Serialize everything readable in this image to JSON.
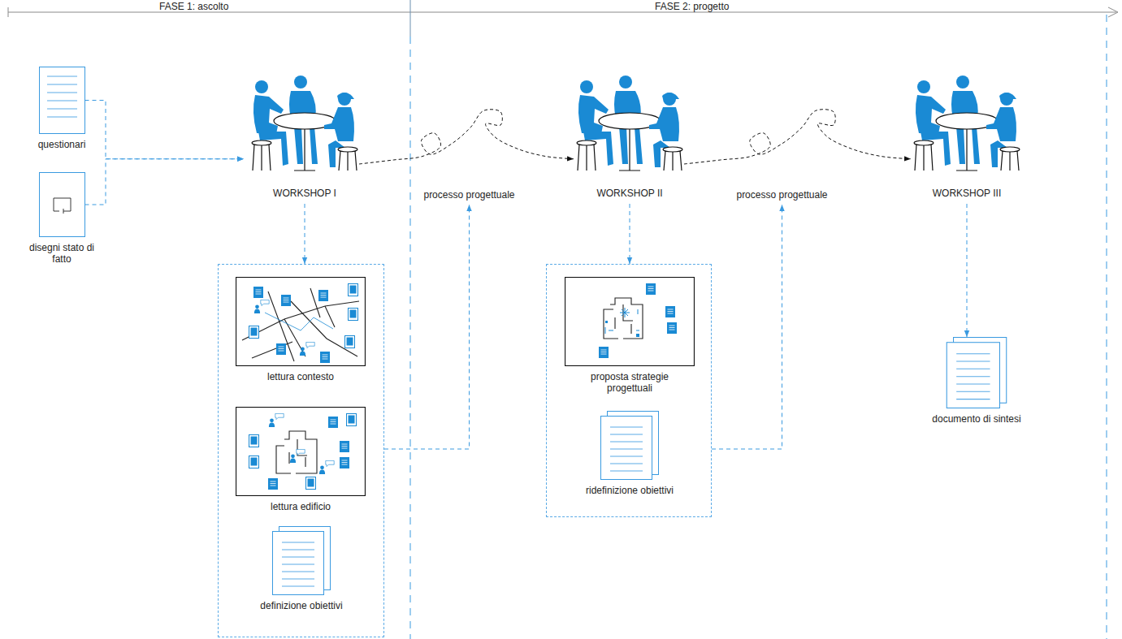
{
  "diagram": {
    "nodes": [
      {
        "text": [
          "questionari"
        ]
      },
      {
        "text": [
          "disegni stato di fatto"
        ]
      },
      {
        "text": [
          "WORKSHOP I"
        ]
      },
      {
        "text": []
      },
      {
        "text": [
          "lettura contesto"
        ],
        "in": 3
      },
      {
        "text": [
          "lettura edificio"
        ],
        "in": 3
      },
      {
        "text": [
          "definizione obiettivi"
        ],
        "in": 3
      },
      {
        "text": [
          "processo progettuale"
        ]
      },
      {
        "text": [
          "WORKSHOP II"
        ]
      },
      {
        "text": []
      },
      {
        "text": [
          "proposta strategie progettuali"
        ],
        "in": 9
      },
      {
        "text": [
          "ridefinizione obiettivi"
        ],
        "in": 9
      },
      {
        "text": [
          "processo progettuale"
        ]
      },
      {
        "text": [
          "WORKSHOP III"
        ]
      },
      {
        "text": [
          "documento di sintesi"
        ]
      }
    ],
    "edges": [
      {
        "from": 0,
        "to": 2,
        "arrow": "to"
      },
      {
        "from": 1,
        "to": 2,
        "arrow": "to"
      },
      {
        "from": 2,
        "to": 3,
        "arrow": "to"
      },
      {
        "from": 3,
        "to": 7,
        "arrow": "to"
      },
      {
        "from": 2,
        "to": 8,
        "arrow": "to"
      },
      {
        "from": 8,
        "to": 9,
        "arrow": "to"
      },
      {
        "from": 9,
        "to": 12,
        "arrow": "to"
      },
      {
        "from": 8,
        "to": 13,
        "arrow": "to"
      },
      {
        "from": 13,
        "to": 14,
        "arrow": "to"
      }
    ],
    "labels": [
      "FASE 1: ascolto",
      "FASE 2: progetto"
    ]
  }
}
